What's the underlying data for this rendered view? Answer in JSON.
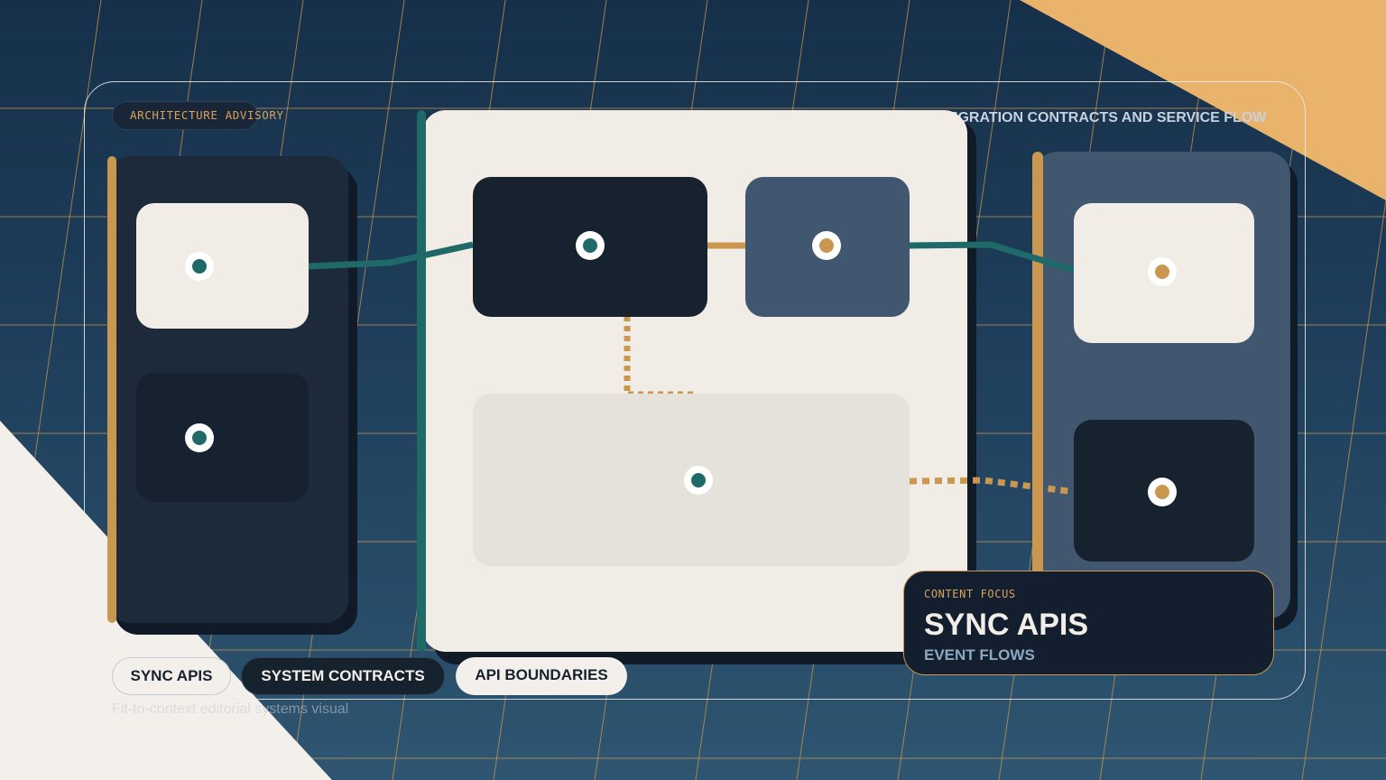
{
  "colors": {
    "navy": "#16304a",
    "ink": "#17222f",
    "cream": "#f1ece6",
    "slate": "#41576f",
    "gold": "#c9974f",
    "teal": "#1f6a68",
    "peach": "#e9b36b"
  },
  "header": {
    "eyebrow": "ARCHITECTURE ADVISORY",
    "title": "INTEGRATION CONTRACTS AND SERVICE FLOW"
  },
  "chips": [
    "SYNC APIS",
    "SYSTEM CONTRACTS",
    "API BOUNDARIES"
  ],
  "focus": {
    "eyebrow": "CONTENT FOCUS",
    "title": "SYNC APIS",
    "subtitle": "EVENT FLOWS"
  },
  "caption": "Fit-to-context editorial systems visual"
}
